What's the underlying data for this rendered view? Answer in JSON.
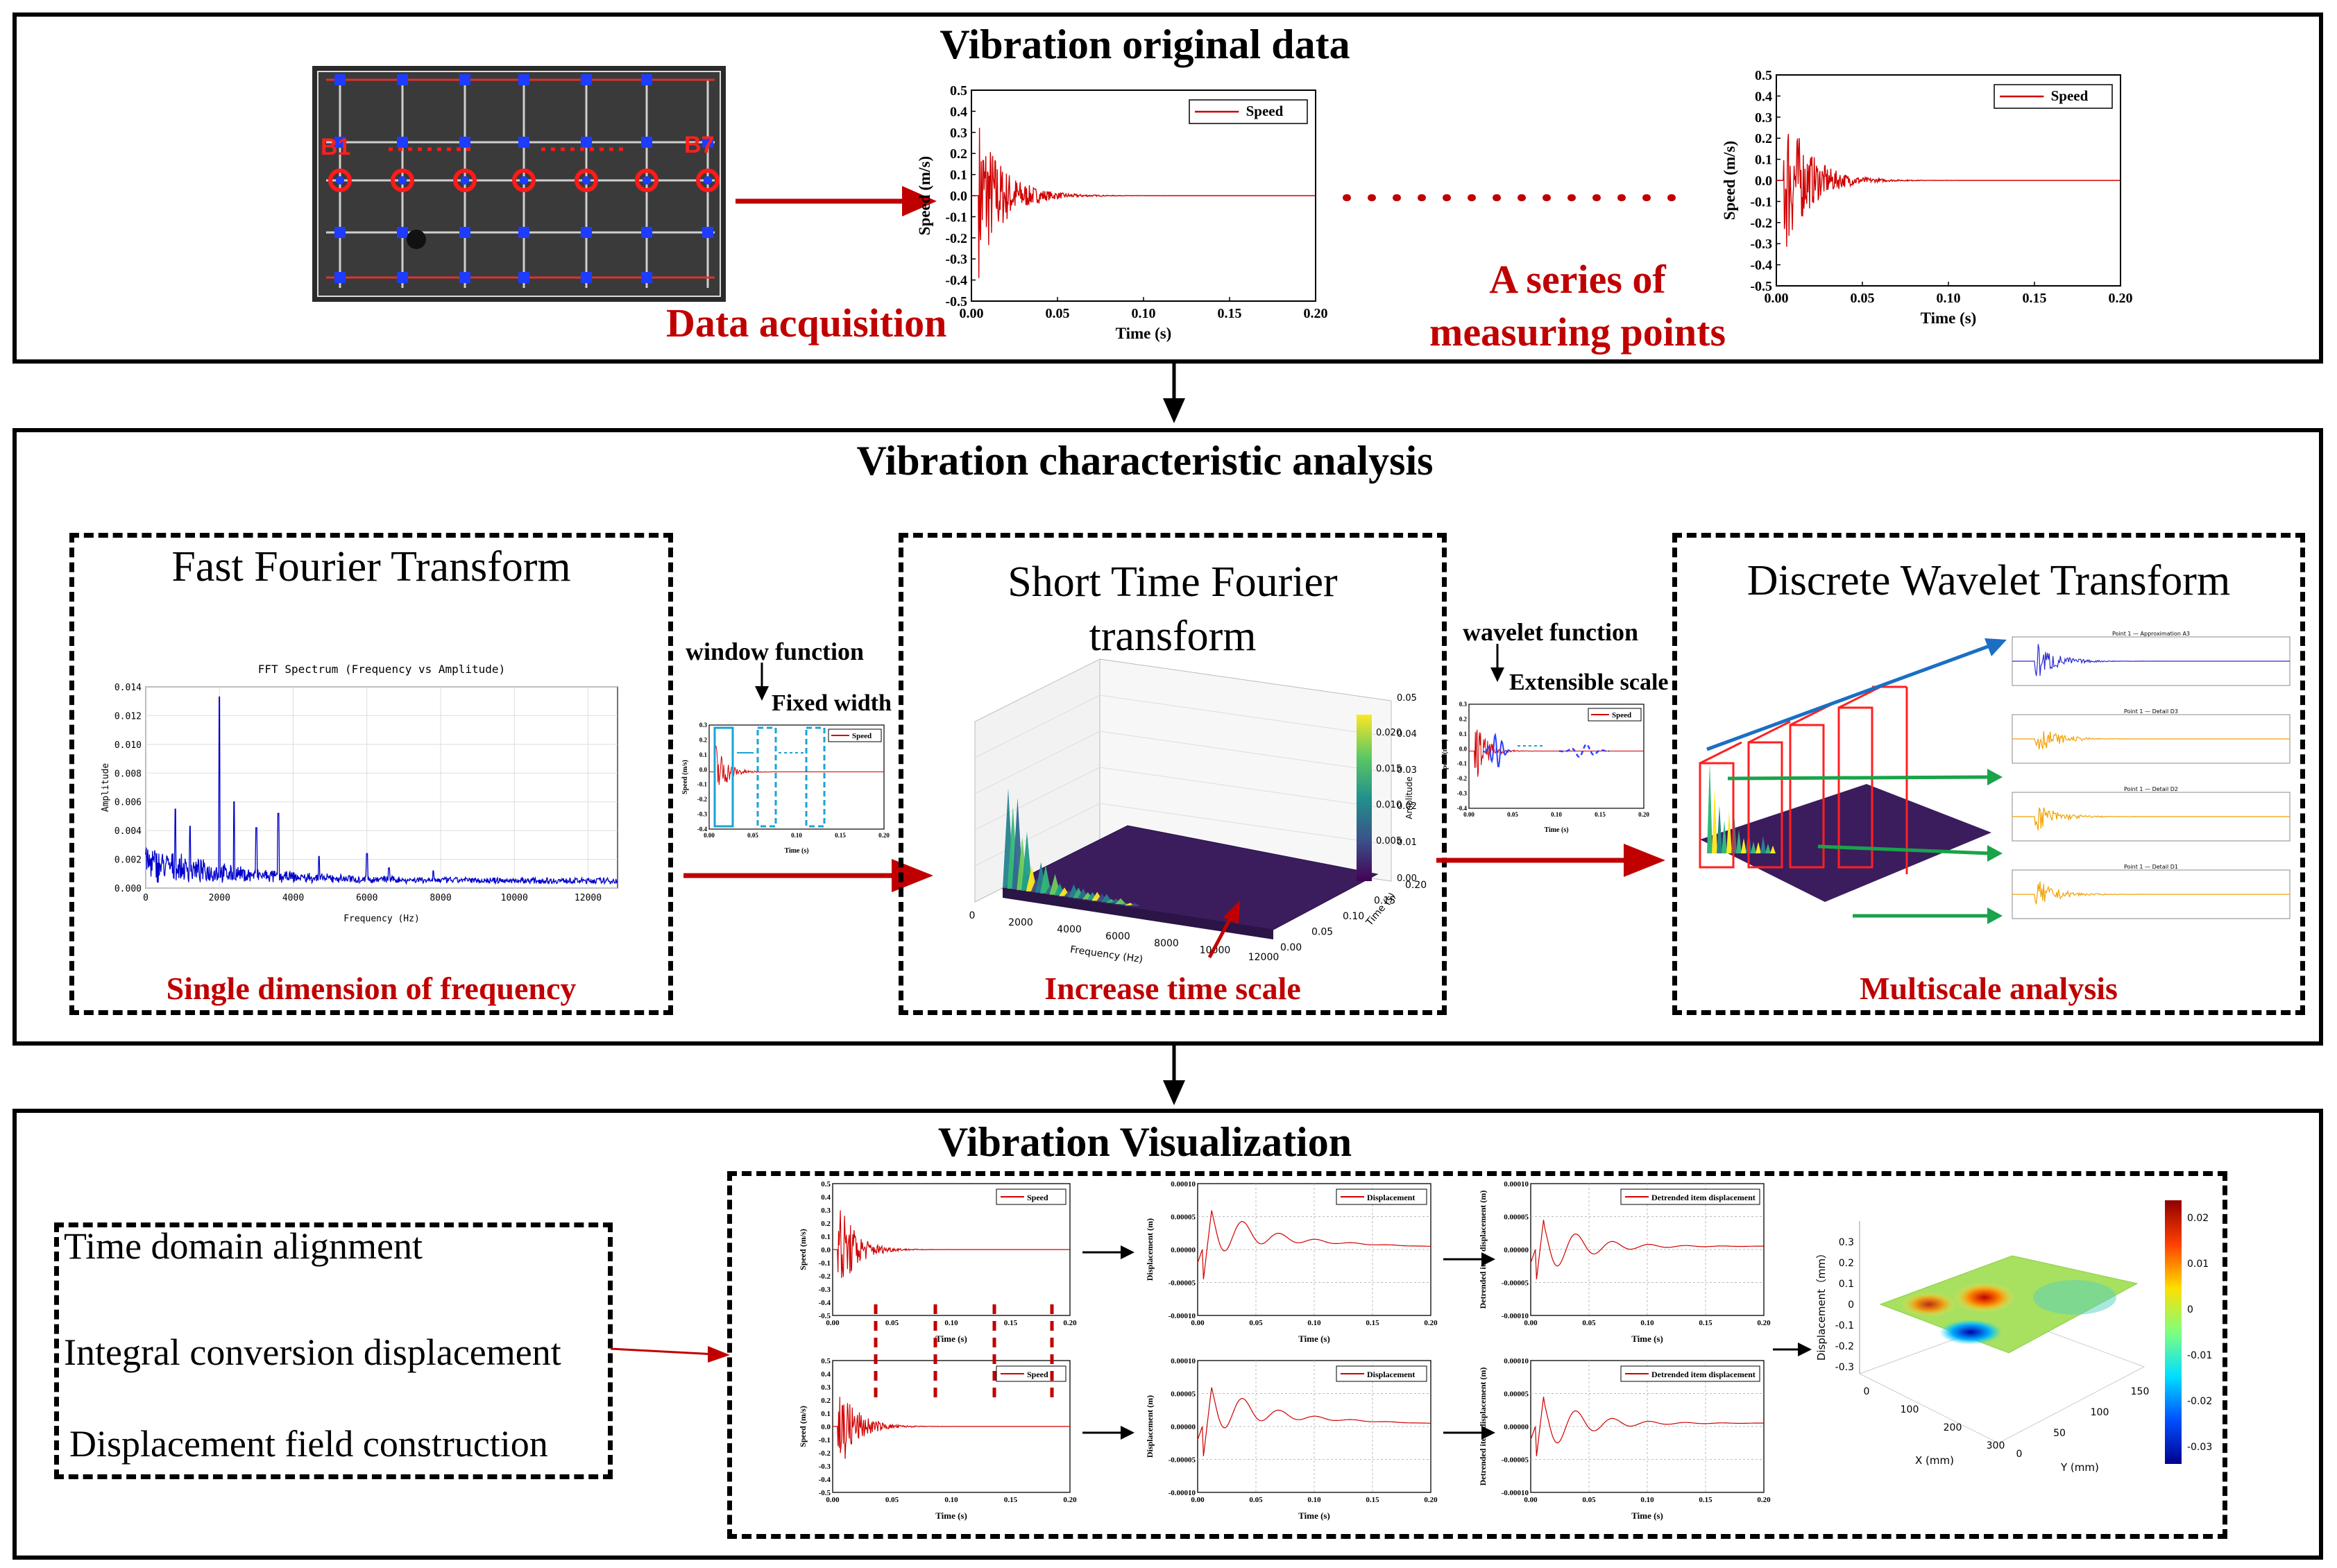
{
  "sections": {
    "top": {
      "title": "Vibration original data",
      "caption_acquisition": "Data acquisition",
      "caption_series": "A series of\nmeasuring points",
      "photo_labels": [
        "B1",
        "B7"
      ]
    },
    "middle": {
      "title": "Vibration characteristic analysis",
      "fft_title": "Fast Fourier Transform",
      "fft_caption": "Single dimension of frequency",
      "stft_title": "Short Time Fourier\ntransform",
      "stft_caption": "Increase  time scale",
      "dwt_title": "Discrete Wavelet Transform",
      "dwt_caption": "Multiscale analysis",
      "window_function": "window function",
      "fixed_width": "Fixed width",
      "wavelet_function": "wavelet function",
      "extensible_scale": "Extensible scale"
    },
    "bottom": {
      "title": "Vibration Visualization",
      "steps": [
        "Time domain alignment",
        "Integral conversion displacement",
        "Displacement field construction"
      ]
    }
  },
  "chart_data": [
    {
      "type": "line",
      "series": [
        {
          "name": "Speed",
          "color": "#d00000"
        }
      ],
      "xlabel": "Time (s)",
      "ylabel": "Speed (m/s)",
      "xlim": [
        0,
        0.2
      ],
      "ylim": [
        -0.5,
        0.5
      ],
      "xticks": [
        "0.00",
        "0.05",
        "0.10",
        "0.15",
        "0.20"
      ],
      "yticks": [
        "0.5",
        "0.4",
        "0.3",
        "0.2",
        "0.1",
        "0.0",
        "-0.1",
        "-0.2",
        "-0.3",
        "-0.4",
        "-0.5"
      ]
    },
    {
      "type": "line",
      "series": [
        {
          "name": "Speed",
          "color": "#d00000"
        }
      ],
      "xlabel": "Time (s)",
      "ylabel": "Speed (m/s)",
      "xlim": [
        0,
        0.2
      ],
      "ylim": [
        -0.5,
        0.5
      ],
      "xticks": [
        "0.00",
        "0.05",
        "0.10",
        "0.15",
        "0.20"
      ],
      "yticks": [
        "0.5",
        "0.4",
        "0.3",
        "0.2",
        "0.1",
        "0.0",
        "-0.1",
        "-0.2",
        "-0.3",
        "-0.4",
        "-0.5"
      ]
    },
    {
      "type": "line",
      "title": "FFT Spectrum (Frequency vs Amplitude)",
      "xlabel": "Frequency (Hz)",
      "ylabel": "Amplitude",
      "xlim": [
        0,
        12800
      ],
      "ylim": [
        0,
        0.014
      ],
      "xticks": [
        "0",
        "2000",
        "4000",
        "6000",
        "8000",
        "10000",
        "12000"
      ],
      "yticks": [
        "0.014",
        "0.012",
        "0.010",
        "0.008",
        "0.006",
        "0.004",
        "0.002",
        "0.000"
      ],
      "peaks": [
        [
          800,
          0.0055
        ],
        [
          1200,
          0.0043
        ],
        [
          2000,
          0.0133
        ],
        [
          2400,
          0.006
        ],
        [
          3000,
          0.0042
        ],
        [
          3600,
          0.0052
        ],
        [
          4700,
          0.0022
        ],
        [
          6000,
          0.0024
        ],
        [
          6600,
          0.0014
        ],
        [
          7800,
          0.0012
        ]
      ],
      "series": [
        {
          "color": "#0000cc"
        }
      ]
    }
  ],
  "speed_legend": "Speed",
  "displacement_legend": "Displacement",
  "detrended_legend": "Detrended item displacement",
  "disp_ylabel": "Displacement (m)",
  "detrended_ylabel": "Detrended item displacement (m)",
  "disp_yticks": [
    "0.00010",
    "0.00005",
    "0.00000",
    "-0.00005",
    "-0.00010"
  ],
  "stft_ticks": {
    "freq": [
      "0",
      "2000",
      "4000",
      "6000",
      "8000",
      "10000",
      "12000"
    ],
    "freq_label": "Frequency (Hz)",
    "time": [
      "0.00",
      "0.05",
      "0.10",
      "0.15",
      "0.20"
    ],
    "time_label": "Time (s)",
    "amp": [
      "0.05",
      "0.04",
      "0.03",
      "0.02",
      "0.01",
      "0.00"
    ],
    "colorbar": [
      "0.020",
      "0.015",
      "0.010",
      "0.005"
    ],
    "colorbar_label": "Amplitude"
  },
  "dwt_subplots": [
    "Point 1 — Approximation A3",
    "Point 1 — Detail D3",
    "Point 1 — Detail D2",
    "Point 1 — Detail D1"
  ],
  "surface_plot": {
    "zlabel": "Displacement（mm）",
    "xlabel": "X (mm)",
    "ylabel": "Y (mm)",
    "zticks": [
      "0.3",
      "0.2",
      "0.1",
      "0",
      "-0.1",
      "-0.2",
      "-0.3"
    ],
    "xticks": [
      "0",
      "100",
      "200",
      "300"
    ],
    "yticks": [
      "0",
      "50",
      "100",
      "150"
    ],
    "colorbar": [
      "0.02",
      "0.01",
      "0",
      "-0.01",
      "-0.02",
      "-0.03"
    ]
  },
  "colors": {
    "accent_red": "#c00000",
    "arrow_blue": "#1a6fc4",
    "arrow_green": "#1aa34a"
  }
}
